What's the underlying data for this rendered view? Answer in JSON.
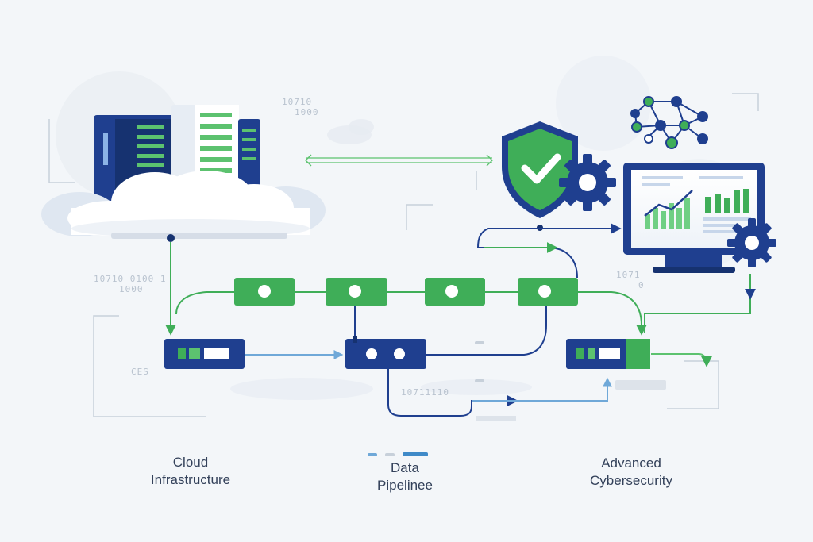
{
  "colors": {
    "navy": "#1f3f8f",
    "navy_dark": "#163270",
    "green": "#3fae58",
    "green_light": "#5cc26f",
    "light_blue": "#6fa8d8",
    "line_gray": "#c7d0da",
    "label": "#33415a"
  },
  "icons": [
    "server-rack-icon",
    "cloud-icon",
    "shield-check-icon",
    "gear-icon",
    "network-graph-icon",
    "monitor-chart-icon"
  ],
  "labels": {
    "cloud": [
      "Cloud",
      "Infrastructure"
    ],
    "pipeline": [
      "Data",
      "Pipelinee"
    ],
    "security": [
      "Advanced",
      "Cybersecurity"
    ]
  },
  "binary": {
    "top": [
      "10710",
      "1000"
    ],
    "left": [
      "10710 0100 1",
      "1000"
    ],
    "mid": [
      "10711110"
    ],
    "right": [
      "1071",
      "0"
    ],
    "side": "CES"
  }
}
